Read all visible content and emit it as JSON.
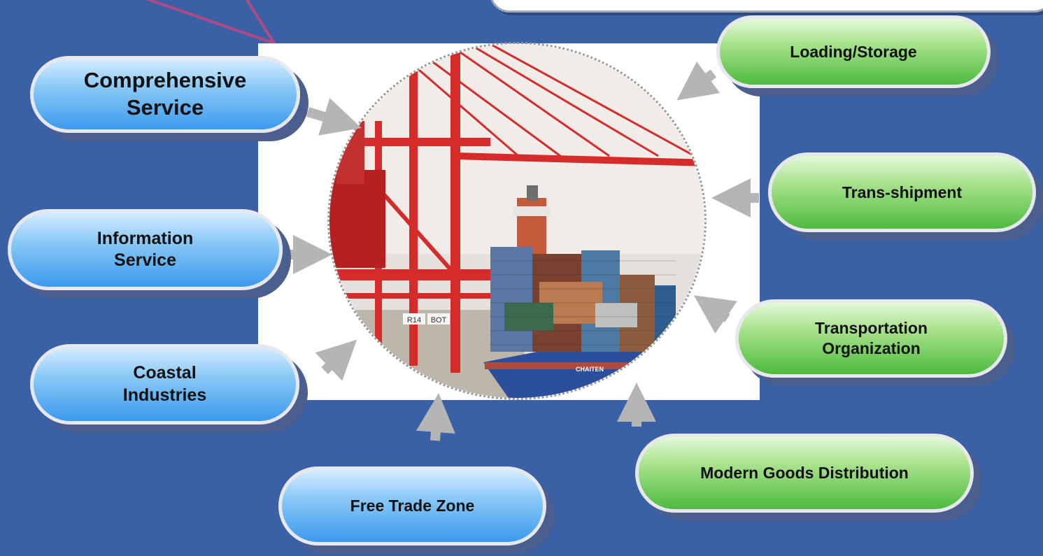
{
  "colors": {
    "background": "#3a61a6",
    "blue_pill": "#5fb1f2",
    "green_pill": "#7ccf62",
    "arrow": "#b5b5b5",
    "callout_stroke": "#b04a86"
  },
  "center_image": {
    "icon": "container-port-crane-icon",
    "vessel_name": "CHAITEN",
    "crane_codes": [
      "R14",
      "BOT"
    ]
  },
  "left_nodes": [
    {
      "label": "Comprehensive\nService"
    },
    {
      "label": "Information\nService"
    },
    {
      "label": "Coastal\nIndustries"
    }
  ],
  "bottom_nodes": [
    {
      "label": "Free Trade Zone"
    },
    {
      "label": "Modern Goods Distribution"
    }
  ],
  "right_nodes": [
    {
      "label": "Loading/Storage"
    },
    {
      "label": "Trans-shipment"
    },
    {
      "label": "Transportation\nOrganization"
    }
  ]
}
